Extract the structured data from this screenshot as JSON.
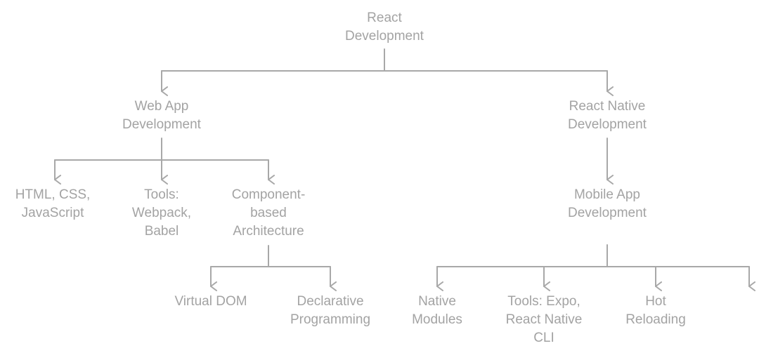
{
  "diagram": {
    "colors": {
      "text": "#a3a3a3",
      "connector": "#a8a8a8",
      "background": "#ffffff"
    },
    "root": {
      "lines": [
        "React",
        "Development"
      ]
    },
    "web": {
      "lines": [
        "Web App",
        "Development"
      ],
      "children": {
        "html": {
          "lines": [
            "HTML, CSS,",
            "JavaScript"
          ]
        },
        "tools": {
          "lines": [
            "Tools:",
            "Webpack,",
            "Babel"
          ]
        },
        "component": {
          "lines": [
            "Component-",
            "based",
            "Architecture"
          ],
          "children": {
            "vdom": {
              "lines": [
                "Virtual DOM"
              ]
            },
            "declarative": {
              "lines": [
                "Declarative",
                "Programming"
              ]
            }
          }
        }
      }
    },
    "native": {
      "lines": [
        "React Native",
        "Development"
      ],
      "mobile": {
        "lines": [
          "Mobile App",
          "Development"
        ],
        "children": {
          "modules": {
            "lines": [
              "Native",
              "Modules"
            ]
          },
          "expo": {
            "lines": [
              "Tools: Expo,",
              "React Native",
              "CLI"
            ]
          },
          "hot": {
            "lines": [
              "Hot",
              "Reloading"
            ]
          }
        }
      }
    }
  }
}
